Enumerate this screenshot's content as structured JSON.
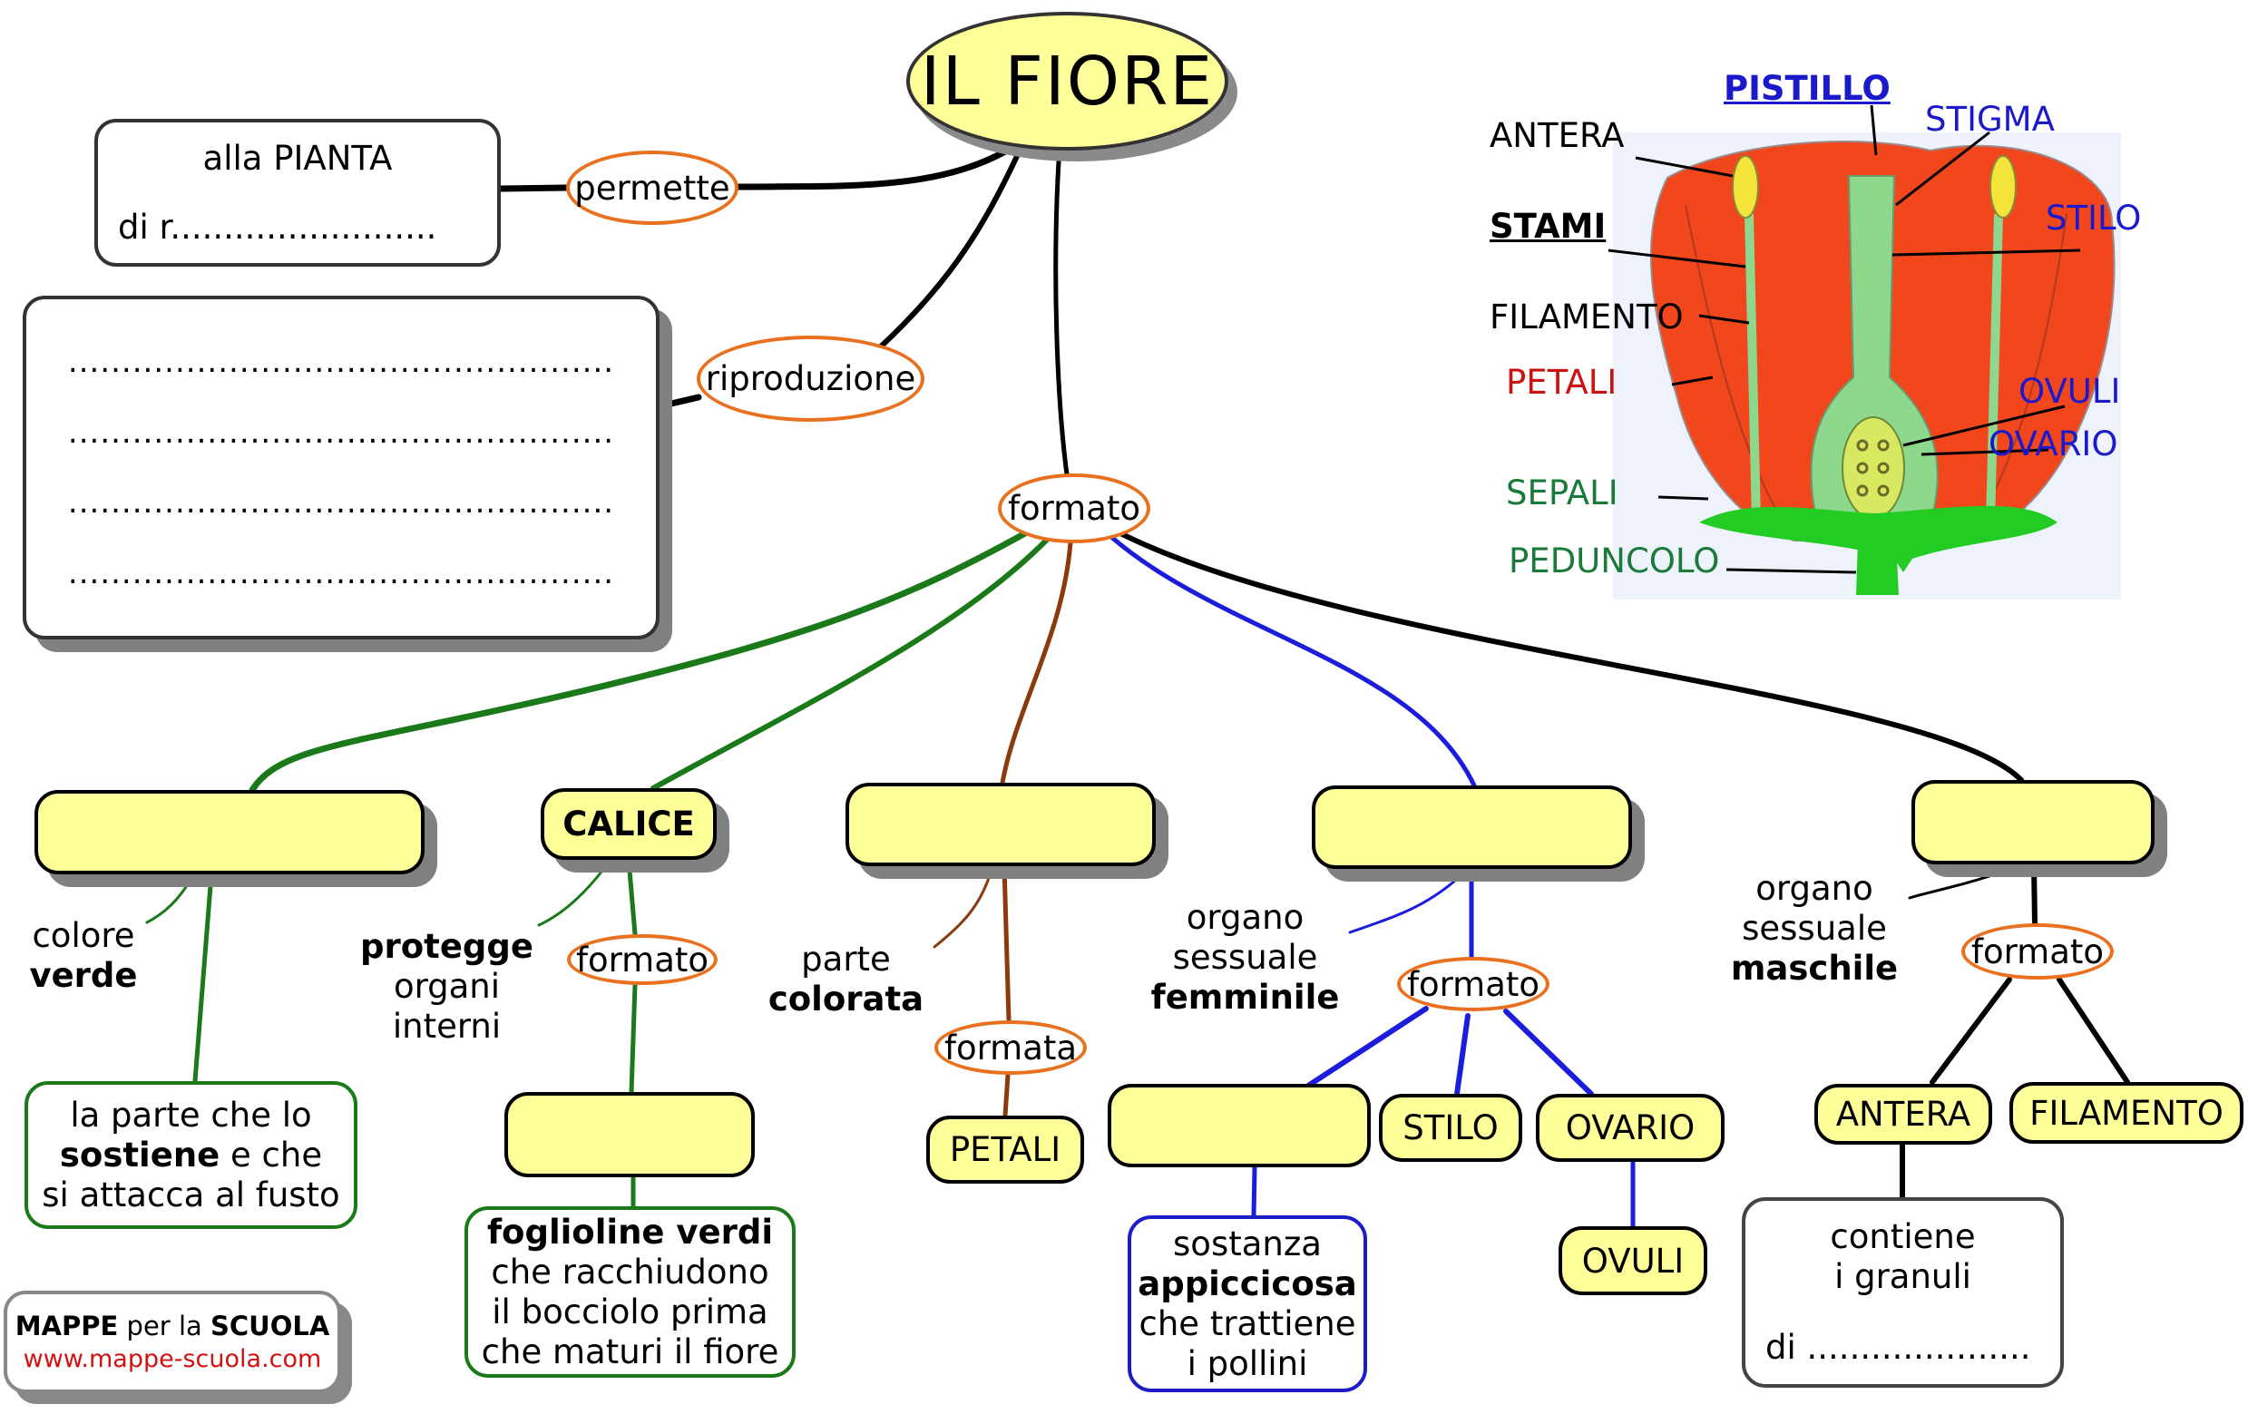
{
  "title": "IL FIORE",
  "top_branches": {
    "permette": {
      "link_label": "permette",
      "box_line1": "alla PIANTA",
      "box_line2": "di r........................."
    },
    "riproduzione": {
      "link_label": "riproduzione",
      "dotted_lines": [
        "...................................................",
        "...................................................",
        "...................................................",
        "..................................................."
      ]
    },
    "formato": {
      "link_label": "formato"
    }
  },
  "parts": {
    "peduncolo": {
      "box_text": "",
      "side_label": {
        "normal": "colore",
        "bold": "verde"
      },
      "description": {
        "line1": "la parte che lo",
        "bold": "sostiene",
        "line2_after": " e che",
        "line3": "si attacca al fusto"
      },
      "color": "#1a7a1a"
    },
    "calice": {
      "box_text": "CALICE",
      "side_label": {
        "bold": "protegge",
        "line2": "organi",
        "line3": "interni"
      },
      "link_label": "formato",
      "child_box_text": "",
      "description": {
        "bold": "foglioline verdi",
        "line2": "che racchiudono",
        "line3": "il bocciolo prima",
        "line4": "che maturi il fiore"
      },
      "color": "#1a7a1a"
    },
    "corolla": {
      "box_text": "",
      "side_label": {
        "normal": "parte",
        "bold": "colorata"
      },
      "link_label": "formata",
      "child": "PETALI",
      "color": "#8b3a0e"
    },
    "pistillo": {
      "box_text": "",
      "side_label": {
        "line1": "organo",
        "line2": "sessuale",
        "bold": "femminile"
      },
      "link_label": "formato",
      "children": [
        "",
        "STILO",
        "OVARIO"
      ],
      "ovario_child": "OVULI",
      "stigma_description": {
        "line1": "sostanza",
        "bold": "appiccicosa",
        "line3": "che trattiene",
        "line4": "i pollini"
      },
      "color": "#1c1cdc"
    },
    "stami": {
      "box_text": "",
      "side_label": {
        "line1": "organo",
        "line2": "sessuale",
        "bold": "maschile"
      },
      "link_label": "formato",
      "children": [
        "ANTERA",
        "FILAMENTO"
      ],
      "antera_description": {
        "line1": "contiene",
        "line2": "i granuli",
        "line3": "di ....................."
      },
      "color": "#000000"
    }
  },
  "flower_figure": {
    "labels": {
      "pistillo": "PISTILLO",
      "antera": "ANTERA",
      "stigma": "STIGMA",
      "stami": "STAMI",
      "stilo": "STILO",
      "filamento": "FILAMENTO",
      "petali": "PETALI",
      "ovuli": "OVULI",
      "ovario": "OVARIO",
      "sepali": "SEPALI",
      "peduncolo": "PEDUNCOLO"
    },
    "colors": {
      "petal": "#f2461c",
      "pistil": "#8ed88e",
      "anther": "#f5e43a",
      "sepal": "#22cc22",
      "label_blue": "#1a1acc",
      "label_red": "#cc1111",
      "label_green": "#1a7a3a"
    }
  },
  "logo": {
    "bold1": "MAPPE",
    "mid": " per la ",
    "bold2": "SCUOLA",
    "url": "www.mappe-scuola.com"
  },
  "colors": {
    "node_fill": "#ffff99",
    "link_ellipse_border": "#e8701e",
    "shadow": "#808080"
  }
}
